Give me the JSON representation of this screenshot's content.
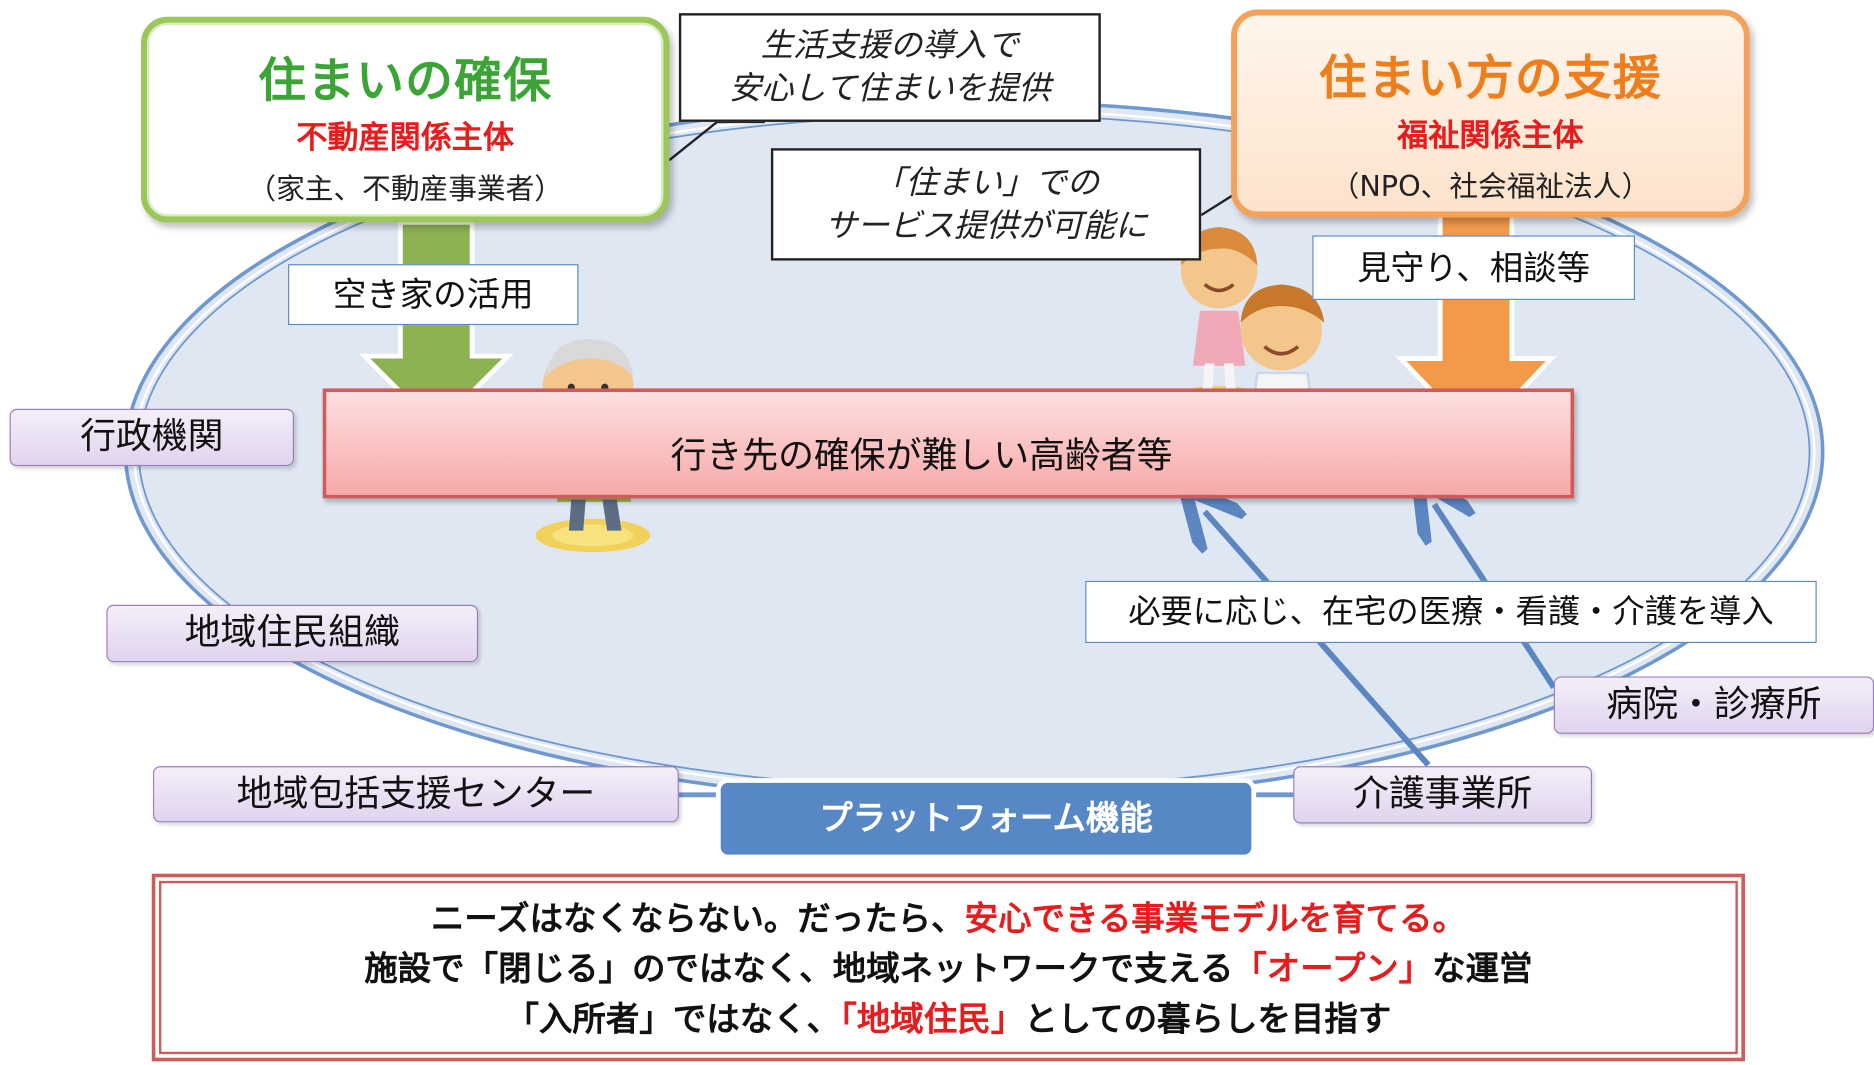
{
  "green_box": {
    "title": "住まいの確保",
    "subtitle": "不動産関係主体",
    "detail": "（家主、不動産事業者）"
  },
  "orange_box": {
    "title": "住まい方の支援",
    "subtitle": "福祉関係主体",
    "detail": "（NPO、社会福祉法人）"
  },
  "callout_1": {
    "line1": "生活支援の導入で",
    "line2": "安心して住まいを提供"
  },
  "callout_2": {
    "line1": "「住まい」での",
    "line2": "サービス提供が可能に"
  },
  "label_left_arrow": "空き家の活用",
  "label_right_arrow": "見守り、相談等",
  "center_bar": "行き先の確保が難しい高齢者等",
  "medical_label": "必要に応じ、在宅の医療・看護・介護を導入",
  "organizations": {
    "gyosei": "行政機関",
    "chiiki_jumin": "地域住民組織",
    "hokatsu": "地域包括支援センター",
    "hospital": "病院・診療所",
    "kaigo": "介護事業所"
  },
  "platform": "プラットフォーム機能",
  "bottom": {
    "line1_a": "ニーズはなくならない。だったら、",
    "line1_b": "安心できる事業モデルを育てる。",
    "line2_a": "施設で「閉じる」のではなく、地域ネットワークで支える",
    "line2_b": "「オープン」",
    "line2_c": "な運営",
    "line3_a": "「入所者」ではなく、",
    "line3_b": "「地域住民」",
    "line3_c": "としての暮らしを目指す"
  },
  "colors": {
    "ellipse_fill": "#dfe7f3",
    "ellipse_stroke": "#6e98cf",
    "green_arrow": "#8db252",
    "orange_arrow": "#f29a4a",
    "accent_red": "#e81c1c",
    "platform_blue": "#5787c4"
  }
}
